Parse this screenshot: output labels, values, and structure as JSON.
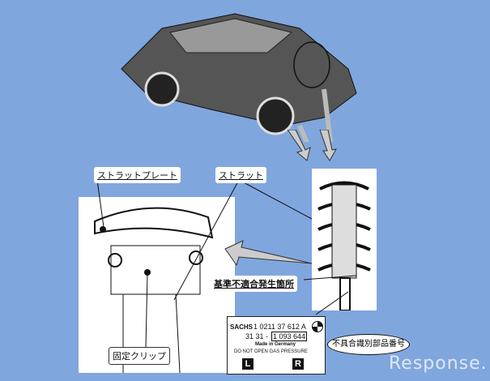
{
  "labels": {
    "strut_plate": "ストラットプレート",
    "strut": "ストラット",
    "defect_location": "基準不適合発生箇所",
    "fixing_clip": "固定クリップ",
    "defect_part_number": "不具合識別部品番号"
  },
  "plate": {
    "maker": "SACHS",
    "line1": "1 0211 37 612 A",
    "line2_prefix": "31 31 -",
    "part_number": "1 093 644",
    "made_in": "Made in Germany",
    "warning": "DO NOT OPEN GAS PRESSURE",
    "left": "L",
    "right": "R"
  },
  "watermark": "Response."
}
